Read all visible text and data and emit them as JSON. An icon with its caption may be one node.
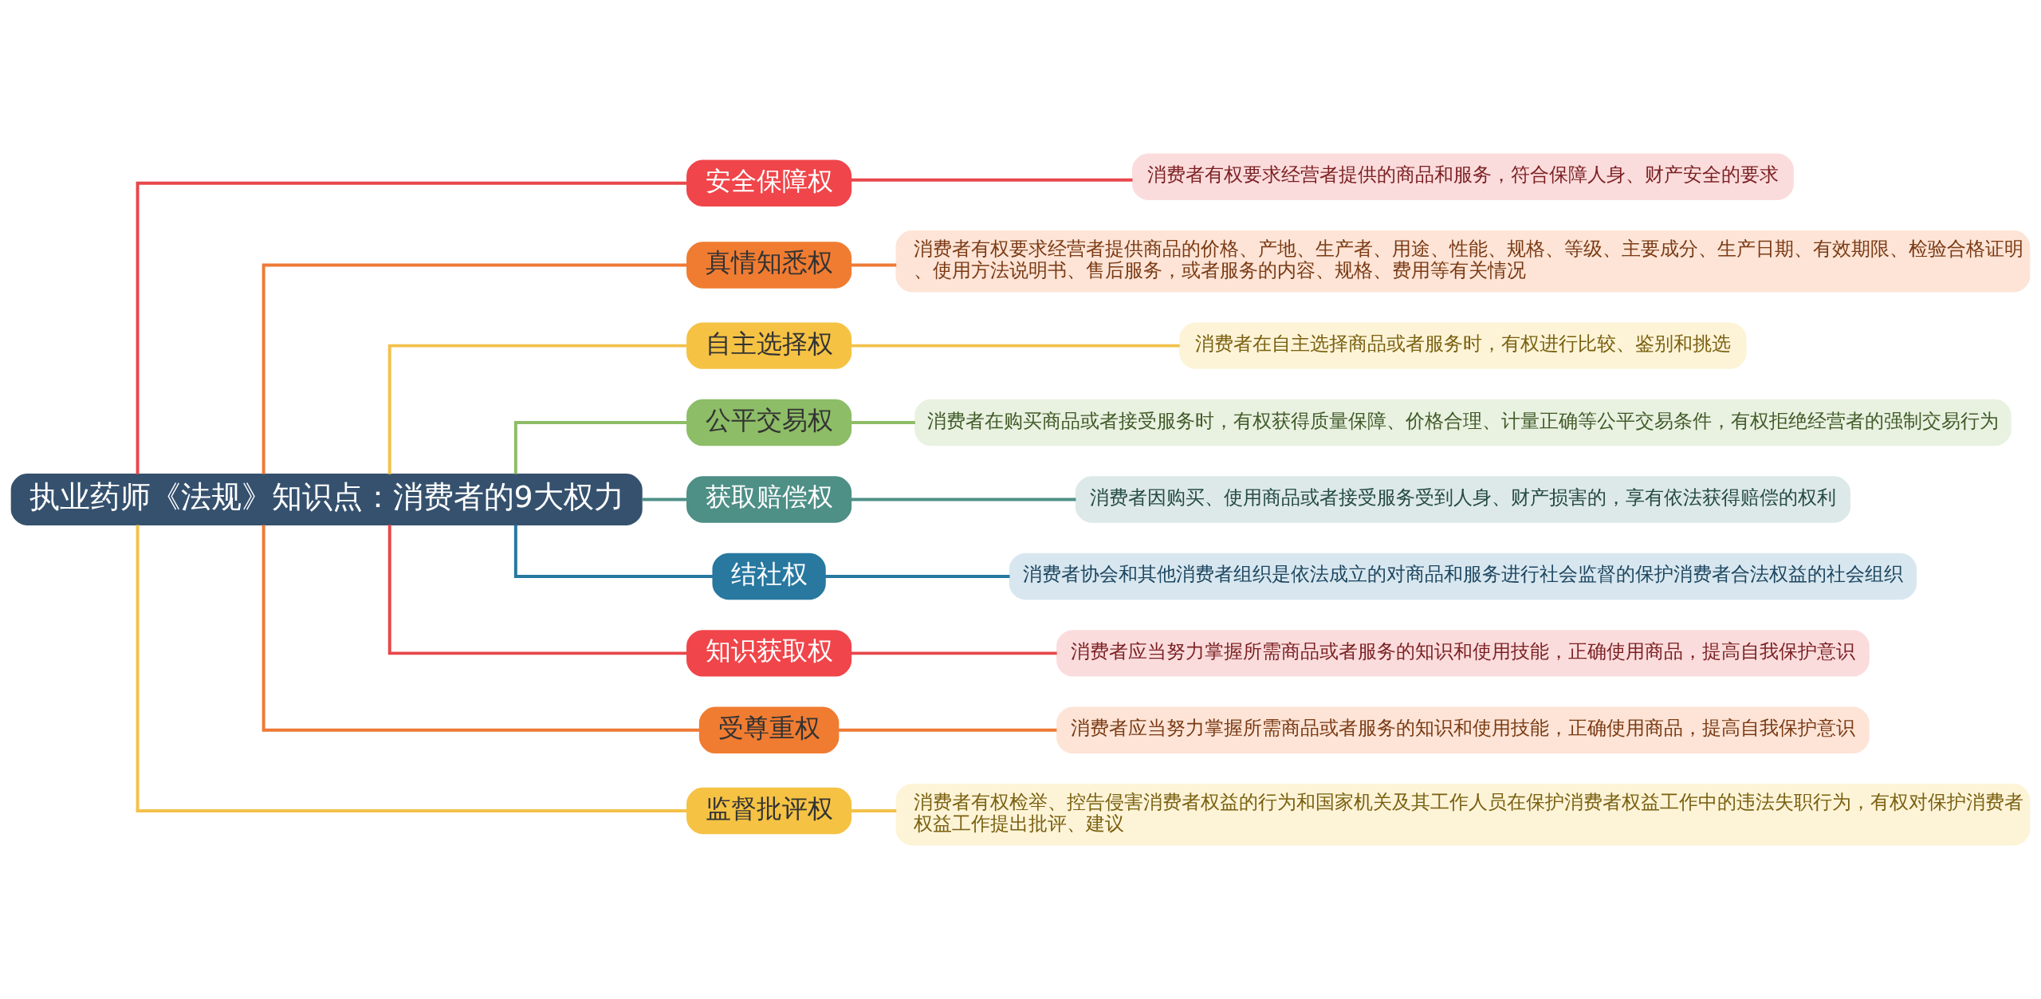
{
  "diagram": {
    "nodes": [
      {
        "text": [
          "执业药师《法规》知识点：消费者的9大权力"
        ]
      },
      {
        "text": [
          "安全保障权"
        ]
      },
      {
        "text": [
          "真情知悉权"
        ]
      },
      {
        "text": [
          "自主选择权"
        ]
      },
      {
        "text": [
          "公平交易权"
        ]
      },
      {
        "text": [
          "获取赔偿权"
        ]
      },
      {
        "text": [
          "结社权"
        ]
      },
      {
        "text": [
          "知识获取权"
        ]
      },
      {
        "text": [
          "受尊重权"
        ]
      },
      {
        "text": [
          "监督批评权"
        ]
      },
      {
        "text": [
          "消费者有权要求经营者提供的商品和服务，符合保障人身、财产安全的要求"
        ]
      },
      {
        "text": [
          "消费者有权要求经营者提供商品的价格、产地、生产者、用途、性能、规格、等级、主要成分、生产日期、有效期限、检验合格证明、使用方法说明书、售后服务，或者服务的内容、规格、费用等有关情况"
        ]
      },
      {
        "text": [
          "消费者在自主选择商品或者服务时，有权进行比较、鉴别和挑选"
        ]
      },
      {
        "text": [
          "消费者在购买商品或者接受服务时，有权获得质量保障、价格合理、计量正确等公平交易条件，有权拒绝经营者的强制交易行为"
        ]
      },
      {
        "text": [
          "消费者因购买、使用商品或者接受服务受到人身、财产损害的，享有依法获得赔偿的权利"
        ]
      },
      {
        "text": [
          "消费者协会和其他消费者组织是依法成立的对商品和服务进行社会监督的保护消费者合法权益的社会组织"
        ]
      },
      {
        "text": [
          "消费者应当努力掌握所需商品或者服务的知识和使用技能，正确使用商品，提高自我保护意识"
        ]
      },
      {
        "text": [
          "消费者应当努力掌握所需商品或者服务的知识和使用技能，正确使用商品，提高自我保护意识"
        ]
      },
      {
        "text": [
          "消费者有权检举、控告侵害消费者权益的行为和国家机关及其工作人员在保护消费者权益工作中的违法失职行为，有权对保护消费者权益工作提出批评、建议"
        ]
      }
    ],
    "edges": [
      {
        "from": 0,
        "to": 1,
        "arrow": "none",
        "color": "#e8474b"
      },
      {
        "from": 0,
        "to": 2,
        "arrow": "none",
        "color": "#ee7a36"
      },
      {
        "from": 0,
        "to": 3,
        "arrow": "none",
        "color": "#f3c14a"
      },
      {
        "from": 0,
        "to": 4,
        "arrow": "none",
        "color": "#8dbd67"
      },
      {
        "from": 0,
        "to": 5,
        "arrow": "none",
        "color": "#4e8f86"
      },
      {
        "from": 0,
        "to": 6,
        "arrow": "none",
        "color": "#2878a0"
      },
      {
        "from": 0,
        "to": 7,
        "arrow": "none",
        "color": "#e8474b"
      },
      {
        "from": 0,
        "to": 8,
        "arrow": "none",
        "color": "#ee7a36"
      },
      {
        "from": 0,
        "to": 9,
        "arrow": "none",
        "color": "#f3c14a"
      },
      {
        "from": 1,
        "to": 10,
        "arrow": "none",
        "color": "#e8474b"
      },
      {
        "from": 2,
        "to": 11,
        "arrow": "none",
        "color": "#ee7a36"
      },
      {
        "from": 3,
        "to": 12,
        "arrow": "none",
        "color": "#f3c14a"
      },
      {
        "from": 4,
        "to": 13,
        "arrow": "none",
        "color": "#8dbd67"
      },
      {
        "from": 5,
        "to": 14,
        "arrow": "none",
        "color": "#4e8f86"
      },
      {
        "from": 6,
        "to": 15,
        "arrow": "none",
        "color": "#2878a0"
      },
      {
        "from": 7,
        "to": 16,
        "arrow": "none",
        "color": "#e8474b"
      },
      {
        "from": 8,
        "to": 17,
        "arrow": "none",
        "color": "#ee7a36"
      },
      {
        "from": 9,
        "to": 18,
        "arrow": "none",
        "color": "#f3c14a"
      }
    ]
  }
}
